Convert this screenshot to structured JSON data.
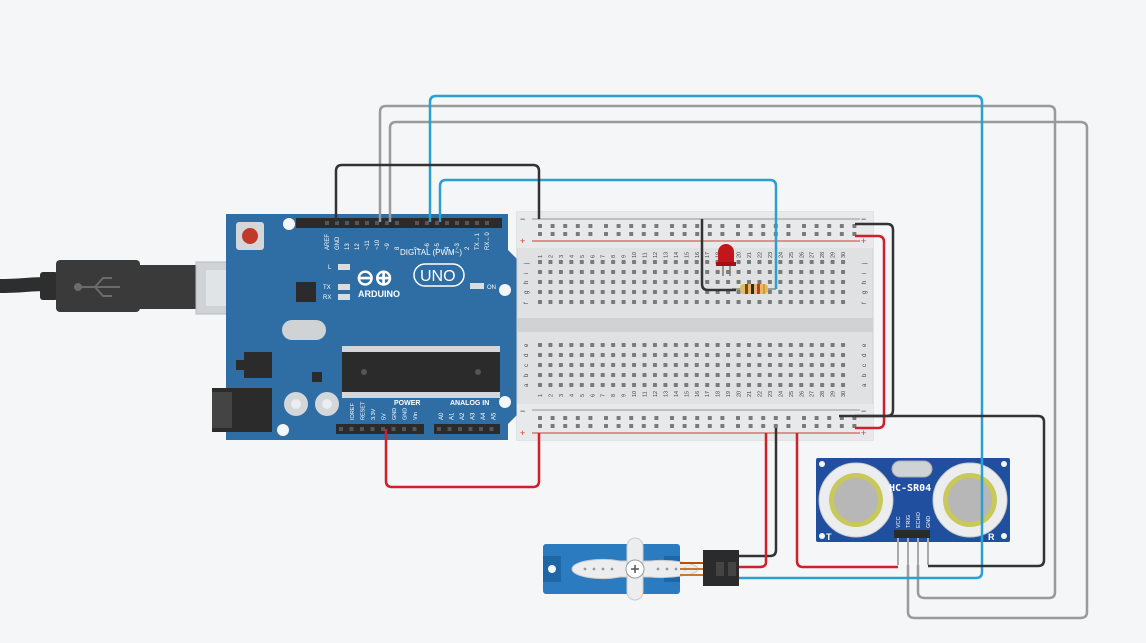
{
  "arduino": {
    "logo_symbol": "⊖⊕",
    "brand": "ARDUINO",
    "model": "UNO",
    "label_digital": "DIGITAL (PWM~)",
    "label_power": "POWER",
    "label_analog": "ANALOG IN",
    "led_l": "L",
    "led_tx": "TX",
    "led_rx": "RX",
    "led_on": "ON",
    "top_pins": [
      "AREF",
      "GND",
      "13",
      "12",
      "~11",
      "~10",
      "~9",
      "8",
      "7",
      "~6",
      "~5",
      "4",
      "~3",
      "2",
      "TX→1",
      "RX←0"
    ],
    "power_pins": [
      "IOREF",
      "RESET",
      "3.3V",
      "5V",
      "GND",
      "GND",
      "Vin"
    ],
    "analog_pins": [
      "A0",
      "A1",
      "A2",
      "A3",
      "A4",
      "A5"
    ]
  },
  "breadboard": {
    "row_letters_top": [
      "j",
      "i",
      "h",
      "g",
      "f"
    ],
    "row_letters_bottom": [
      "e",
      "d",
      "c",
      "b",
      "a"
    ],
    "minus": "−",
    "plus": "+",
    "columns": [
      "1",
      "2",
      "3",
      "4",
      "5",
      "6",
      "7",
      "8",
      "9",
      "10",
      "11",
      "12",
      "13",
      "14",
      "15",
      "16",
      "17",
      "18",
      "19",
      "20",
      "21",
      "22",
      "23",
      "24",
      "25",
      "26",
      "27",
      "28",
      "29",
      "30"
    ]
  },
  "sensor": {
    "name": "HC-SR04",
    "pins": [
      "VCC",
      "TRIG",
      "ECHO",
      "GND"
    ],
    "left_mark": "T",
    "right_mark": "R"
  },
  "colors": {
    "background": "#f4f6f7",
    "board": "#2d6ca2",
    "wire_black": "#333333",
    "wire_gray": "#9a9a9a",
    "wire_blue": "#2a9fd0",
    "wire_red": "#d0202a",
    "led": "#c2161c",
    "servo": "#2a7bc0",
    "sensor": "#1f4f9e"
  }
}
